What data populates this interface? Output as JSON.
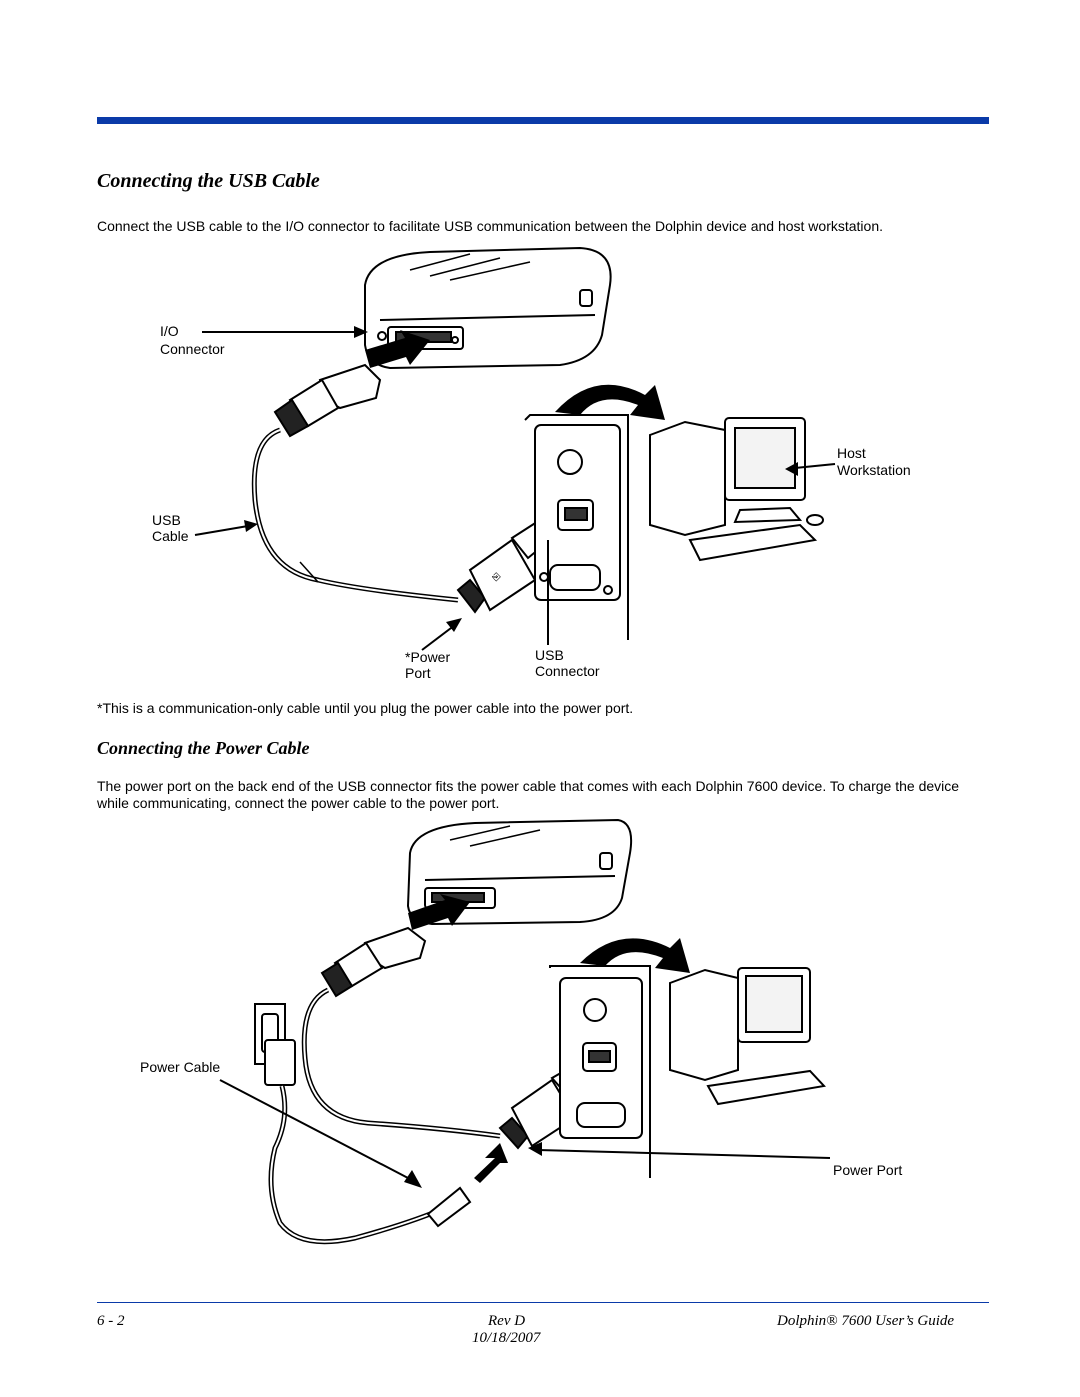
{
  "section1": {
    "title": "Connecting the USB Cable",
    "body": "Connect the USB cable to the I/O connector to facilitate USB communication between the Dolphin device and host workstation.",
    "figure": {
      "io_connector_line1": "I/O",
      "io_connector_line2": "Connector",
      "usb_cable_line1": "USB",
      "usb_cable_line2": "Cable",
      "host_line1": "Host",
      "host_line2": "Workstation",
      "power_port_line1": "*Power",
      "power_port_line2": "Port",
      "usb_connector_line1": "USB",
      "usb_connector_line2": "Connector"
    },
    "note": "*This is a communication-only cable until you plug the power cable into the power port."
  },
  "section2": {
    "title": "Connecting the Power Cable",
    "body": "The power port on the back end of the USB connector fits the power cable that comes with each Dolphin 7600 device. To charge the device while communicating, connect the power cable to the power port.",
    "figure": {
      "power_cable": "Power Cable",
      "power_port": "Power Port"
    }
  },
  "footer": {
    "page": "6 - 2",
    "rev": "Rev D",
    "date": "10/18/2007",
    "guide": "Dolphin® 7600 User’s Guide"
  },
  "colors": {
    "accent": "#0a3aa8"
  }
}
